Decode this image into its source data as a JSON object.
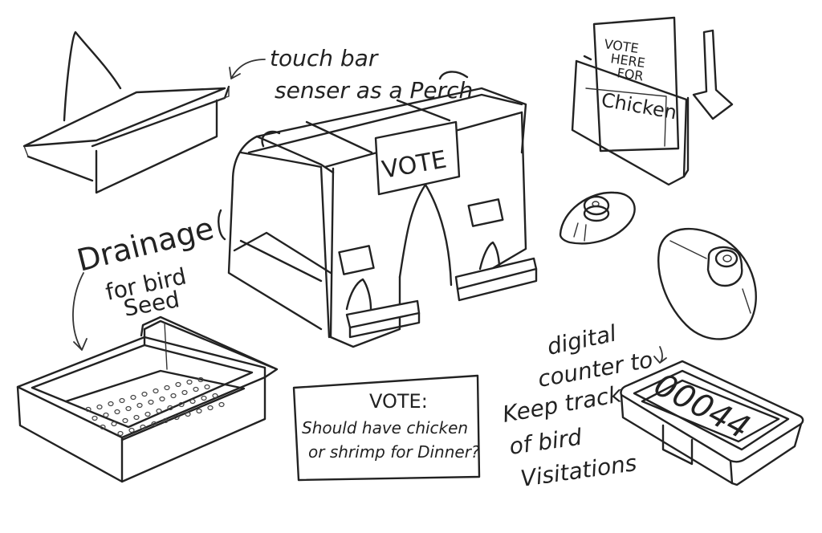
{
  "annotations": {
    "touch_bar": [
      "touch bar",
      "senser as a Perch"
    ],
    "drainage": [
      "Drainage",
      "for bird",
      "Seed"
    ],
    "counter": [
      "digital",
      "counter to",
      "Keep track",
      "of bird",
      "Visitations"
    ]
  },
  "feeder_sign": "VOTE",
  "vote_card": [
    "VOTE:",
    "Should have chicken",
    "or shrimp for Dinner?"
  ],
  "sign_holder": [
    "VOTE",
    "HERE",
    "FOR",
    "Chicken"
  ],
  "counter_display": "00044"
}
